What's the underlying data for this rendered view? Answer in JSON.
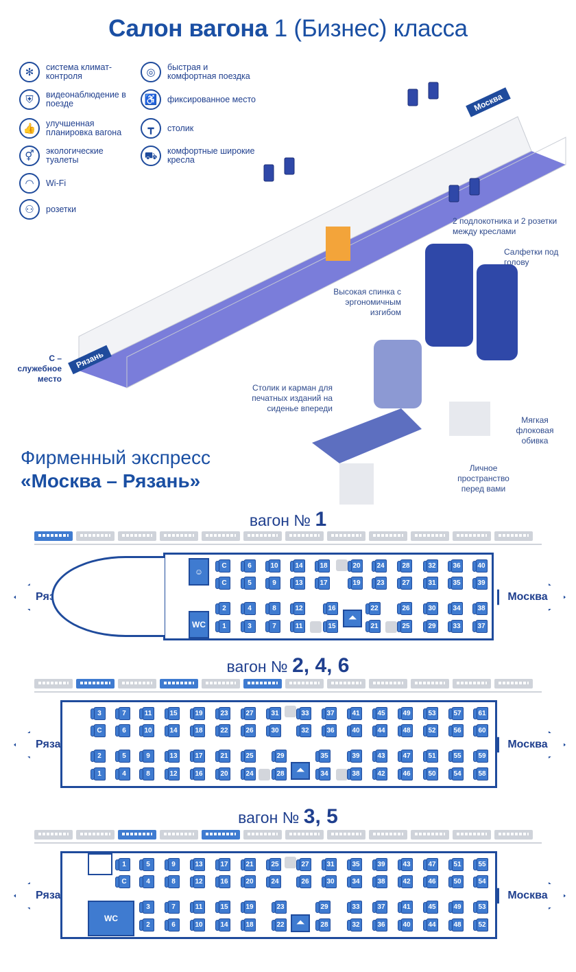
{
  "title_bold": "Салон вагона",
  "title_rest": " 1 (Бизнес) класса",
  "legend": [
    {
      "icon": "snowflake-icon",
      "glyph": "✻",
      "text": "система климат-контроля"
    },
    {
      "icon": "camera-shield-icon",
      "glyph": "⛨",
      "text": "видеонаблюдение в поезде"
    },
    {
      "icon": "thumbs-up-icon",
      "glyph": "👍",
      "text": "улучшенная планировка вагона"
    },
    {
      "icon": "toilet-icon",
      "glyph": "⚥",
      "text": "экологические туалеты"
    },
    {
      "icon": "wifi-icon",
      "glyph": "◠",
      "text": "Wi-Fi"
    },
    {
      "icon": "socket-icon",
      "glyph": "⚇",
      "text": "розетки"
    },
    {
      "icon": "speed-icon",
      "glyph": "◎",
      "text": "быстрая и комфортная поездка"
    },
    {
      "icon": "fixed-seat-icon",
      "glyph": "♿",
      "text": "фиксированное место"
    },
    {
      "icon": "table-icon",
      "glyph": "┳",
      "text": "столик"
    },
    {
      "icon": "armchair-icon",
      "glyph": "⛟",
      "text": "комфортные широкие кресла"
    }
  ],
  "callouts": {
    "armrests": "2 подлокотника и 2 розетки между креслами",
    "napkins": "Салфетки под голову",
    "backrest": "Высокая спинка с эргономичным изгибом",
    "table_pocket": "Столик и карман для печатных изданий на сиденье впереди",
    "upholstery": "Мягкая флоковая обивка",
    "space": "Личное пространство перед вами",
    "service_seat": "С – служебное место",
    "moscow_label": "Москва",
    "ryazan_label": "Рязань"
  },
  "express_line1": "Фирменный экспресс",
  "express_line2": "«Москва – Рязань»",
  "wagon1_title": "вагон №",
  "wagon1_num": "1",
  "wagon246_title": "вагон №",
  "wagon246_num": "2, 4, 6",
  "wagon35_title": "вагон №",
  "wagon35_num": "3, 5",
  "dir_left": "Рязань",
  "dir_right": "Москва",
  "wc": "WC",
  "wagon1": {
    "top": [
      [
        "C",
        "C"
      ],
      [
        "6",
        "5"
      ],
      [
        "10",
        "9"
      ],
      [
        "14",
        "13"
      ],
      [
        "18",
        "17"
      ],
      [
        "20",
        "19"
      ],
      [
        "24",
        "23"
      ],
      [
        "28",
        "27"
      ],
      [
        "32",
        "31"
      ],
      [
        "36",
        "35"
      ],
      [
        "40",
        "39"
      ]
    ],
    "bottom": [
      [
        "2",
        "1"
      ],
      [
        "4",
        "3"
      ],
      [
        "8",
        "7"
      ],
      [
        "12",
        "11"
      ],
      [
        "16",
        "15"
      ],
      [
        "22",
        "21"
      ],
      [
        "26",
        "25"
      ],
      [
        "30",
        "29"
      ],
      [
        "34",
        "33"
      ],
      [
        "38",
        "37"
      ]
    ]
  },
  "wagon246": {
    "top": [
      [
        "3",
        "C"
      ],
      [
        "7",
        "6"
      ],
      [
        "11",
        "10"
      ],
      [
        "15",
        "14"
      ],
      [
        "19",
        "18"
      ],
      [
        "23",
        "22"
      ],
      [
        "27",
        "26"
      ],
      [
        "31",
        "30"
      ],
      [
        "33",
        "32"
      ],
      [
        "37",
        "36"
      ],
      [
        "41",
        "40"
      ],
      [
        "45",
        "44"
      ],
      [
        "49",
        "48"
      ],
      [
        "53",
        "52"
      ],
      [
        "57",
        "56"
      ],
      [
        "61",
        "60"
      ]
    ],
    "bottom": [
      [
        "2",
        "1"
      ],
      [
        "5",
        "4"
      ],
      [
        "9",
        "8"
      ],
      [
        "13",
        "12"
      ],
      [
        "17",
        "16"
      ],
      [
        "21",
        "20"
      ],
      [
        "25",
        "24"
      ],
      [
        "29",
        "28"
      ],
      [
        "35",
        "34"
      ],
      [
        "39",
        "38"
      ],
      [
        "43",
        "42"
      ],
      [
        "47",
        "46"
      ],
      [
        "51",
        "50"
      ],
      [
        "55",
        "54"
      ],
      [
        "59",
        "58"
      ]
    ]
  },
  "wagon35": {
    "top": [
      [
        "1",
        "C"
      ],
      [
        "5",
        "4"
      ],
      [
        "9",
        "8"
      ],
      [
        "13",
        "12"
      ],
      [
        "17",
        "16"
      ],
      [
        "21",
        "20"
      ],
      [
        "25",
        "24"
      ],
      [
        "27",
        "26"
      ],
      [
        "31",
        "30"
      ],
      [
        "35",
        "34"
      ],
      [
        "39",
        "38"
      ],
      [
        "43",
        "42"
      ],
      [
        "47",
        "46"
      ],
      [
        "51",
        "50"
      ],
      [
        "55",
        "54"
      ]
    ],
    "bottom": [
      [
        "3",
        "2"
      ],
      [
        "7",
        "6"
      ],
      [
        "11",
        "10"
      ],
      [
        "15",
        "14"
      ],
      [
        "19",
        "18"
      ],
      [
        "23",
        "22"
      ],
      [
        "29",
        "28"
      ],
      [
        "33",
        "32"
      ],
      [
        "37",
        "36"
      ],
      [
        "41",
        "40"
      ],
      [
        "45",
        "44"
      ],
      [
        "49",
        "48"
      ],
      [
        "53",
        "52"
      ]
    ]
  }
}
